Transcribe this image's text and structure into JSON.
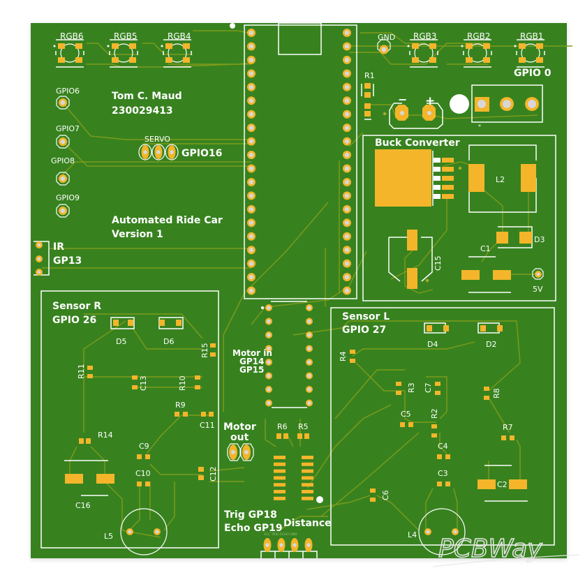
{
  "board": {
    "colors": {
      "soldermask": "#37821f",
      "pad": "#f4b52a",
      "trace": "#7f9b1b",
      "silkscreen": "#ffffff",
      "drill": "#d7d7d7"
    }
  },
  "header_labels": {
    "rgb": [
      "RGB6",
      "RGB5",
      "RGB4",
      "RGB3",
      "RGB2",
      "RGB1"
    ],
    "gnd": "GND",
    "gpio0": "GPIO 0"
  },
  "author": {
    "name": "Tom C. Maud",
    "id": "230029413"
  },
  "project": {
    "line1": "Automated Ride Car",
    "line2": "Version 1"
  },
  "gpio_pins": [
    "GPIO6",
    "GPIO7",
    "GPIO8",
    "GPIO9"
  ],
  "servo": {
    "label": "SERVO",
    "gpio": "GPIO16"
  },
  "ir": {
    "label": "IR",
    "gpio": "GP13"
  },
  "power": {
    "minus": "−",
    "plus": "+",
    "r1": "R1",
    "star": "*"
  },
  "buck": {
    "title": "Buck Converter",
    "l2": "L2",
    "c1": "C1",
    "d3": "D3",
    "c15": "C15",
    "out": "5V"
  },
  "sensor_r": {
    "title": "Sensor R",
    "gpio": "GPIO 26",
    "parts": {
      "d5": "D5",
      "d6": "D6",
      "r15": "R15",
      "r11": "R11",
      "c13": "C13",
      "r10": "R10",
      "r9": "R9",
      "c11": "C11",
      "r14": "R14",
      "c9": "C9",
      "c10": "C10",
      "c12": "C12",
      "c16": "C16",
      "l5": "L5"
    }
  },
  "sensor_l": {
    "title": "Sensor L",
    "gpio": "GPIO 27",
    "parts": {
      "d4": "D4",
      "d2": "D2",
      "r4": "R4",
      "r3": "R3",
      "c7": "C7",
      "r8": "R8",
      "c5": "C5",
      "r2": "R2",
      "r7": "R7",
      "c4": "C4",
      "c3": "C3",
      "c6": "C6",
      "c2": "C2",
      "l4": "L4"
    }
  },
  "motor": {
    "in_line1": "Motor in",
    "in_line2": "GP14",
    "in_line3": "GP15",
    "out_line1": "Motor",
    "out_line2": "out",
    "r6": "R6",
    "r5": "R5"
  },
  "distance": {
    "trig": "Trig GP18",
    "echo": "Echo GP19",
    "title": "Distance",
    "pin_labels": "VCC TRIG ECHO GND"
  },
  "watermark": "PCBWay"
}
